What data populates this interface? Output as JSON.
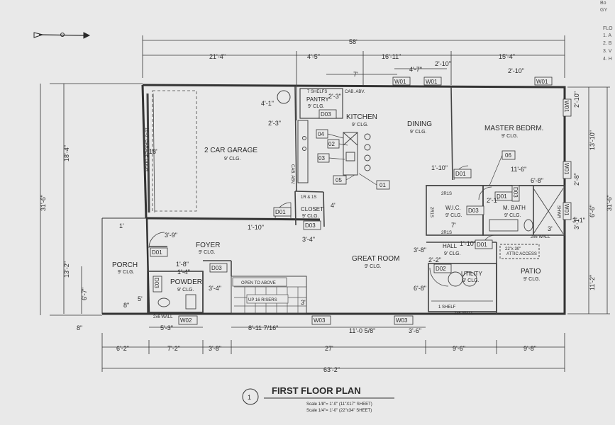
{
  "plan": {
    "title": "FIRST FLOOR PLAN",
    "number": "1",
    "scale_1": "Scale 1/8\"= 1'-0\" (11\"X17\" SHEET)",
    "scale_2": "Scale 1/4\"= 1'-0\" (22\"x34\" SHEET)"
  },
  "corner_notes": [
    "Bo",
    "GY",
    "FLO",
    "1. A",
    "2. B",
    "3. V",
    "4. H"
  ],
  "rooms": {
    "garage": {
      "name": "2 CAR GARAGE",
      "ceiling": "9' CLG."
    },
    "garage_door": "16'-0\" GARAGE DOOR",
    "kitchen": {
      "name": "KITCHEN",
      "ceiling": "9' CLG."
    },
    "dining": {
      "name": "DINING",
      "ceiling": "9' CLG."
    },
    "master": {
      "name": "MASTER BEDRM.",
      "ceiling": "9' CLG."
    },
    "pantry": {
      "name": "PANTRY",
      "ceiling": "9' CLG."
    },
    "pantry_shelfs": "7 SHELFS",
    "closet": {
      "name": "CLOSET",
      "ceiling": "9' CLG."
    },
    "closet_shelf": "1R & 1S",
    "wic": {
      "name": "W.I.C.",
      "ceiling": "9' CLG."
    },
    "mbath": {
      "name": "M. BATH",
      "ceiling": "9' CLG."
    },
    "foyer": {
      "name": "FOYER",
      "ceiling": "9' CLG."
    },
    "porch": {
      "name": "PORCH",
      "ceiling": "9' CLG."
    },
    "powder": {
      "name": "POWDER",
      "ceiling": "9' CLG."
    },
    "great": {
      "name": "GREAT ROOM",
      "ceiling": "9' CLG."
    },
    "hall": {
      "name": "HALL",
      "ceiling": "9' CLG."
    },
    "utility": {
      "name": "UTILITY",
      "ceiling": "9' CLG."
    },
    "patio": {
      "name": "PATIO",
      "ceiling": "9' CLG."
    }
  },
  "notes": {
    "open_above": "OPEN TO ABOVE",
    "risers": "UP 16 RISERS",
    "cab_abv": "CAB. ABV.",
    "cab_abv2": "CAB. ABV.",
    "shelf1": "1 SHELF",
    "attic": "ATTIC ACCESS",
    "attic2": "22\"x 30\"",
    "wall1": "2x6 WALL",
    "wall2": "2x6 WALL",
    "wall3": "2x6 WALL",
    "twor1": "2R1S",
    "twor2": "2R1S",
    "twor3": "2R1S",
    "shwr": "SHWR"
  },
  "tags": {
    "w01a": "W01",
    "w01b": "W01",
    "w01c": "W01",
    "w01d": "W01",
    "w01e": "W01",
    "w01f": "W01",
    "w02": "W02",
    "w03a": "W03",
    "w03b": "W03",
    "d01a": "D01",
    "d01b": "D01",
    "d01c": "D01",
    "d01d": "D01",
    "d01e": "D01",
    "d02": "D02",
    "d03a": "D03",
    "d03b": "D03",
    "d03c": "D03",
    "d03d": "D03",
    "d03e": "D03",
    "d03f": "D03",
    "k01": "01",
    "k02": "02",
    "k03": "03",
    "k04": "04",
    "k05": "05",
    "k06": "06"
  },
  "dims": {
    "top_total": "58'",
    "t1": "21'-4\"",
    "t2": "4'-5\"",
    "t3": "16'-11\"",
    "t4": "15'-4\"",
    "t5": "7'",
    "t6": "4'-7\"",
    "t7": "2'-10\"",
    "t8": "2'-10\"",
    "left_total": "31'-6\"",
    "l1": "18'-4\"",
    "l2": "13'-2\"",
    "l3": "6'-7\"",
    "l4": "8\"",
    "right_total": "31'-6\"",
    "r1": "13'-10\"",
    "r2": "6'-6\"",
    "r3": "11'-2\"",
    "r4": "2'-10\"",
    "r5": "2'-8\"",
    "r6": "3'-1\"",
    "b1": "6'-2\"",
    "b2": "7'-2\"",
    "b3": "3'-8\"",
    "b4": "27'",
    "b5": "9'-6\"",
    "b6": "9'-8\"",
    "bottom_total": "63'-2\"",
    "i1": "5'-3\"",
    "i2": "8'-11 7/16\"",
    "i3": "11'-0 5/8\"",
    "i4": "3'-6\"",
    "i5": "4'-1\"",
    "i6": "2'-3\"",
    "i7": "2'-3\"",
    "i8": "18'",
    "i9": "1'-10\"",
    "i10": "4'",
    "i11": "3'-4\"",
    "i12": "3'-9\"",
    "i13": "1'",
    "i14": "1'-8\"",
    "i15": "1'-4\"",
    "i16": "3'-4\"",
    "i17": "5'",
    "i18": "8\"",
    "i19": "3'",
    "i20": "1'-10\"",
    "i21": "11'-6\"",
    "i22": "6'-8\"",
    "i23": "2'-1\"",
    "i24": "7'",
    "i25": "3'-8\"",
    "i26": "1'-10\"",
    "i27": "2'-2\"",
    "i28": "6'-8\"",
    "i29": "3'",
    "i30": "3'-1\""
  },
  "colors": {
    "background": "#e9e9e9",
    "ink": "#2a2a2a"
  }
}
